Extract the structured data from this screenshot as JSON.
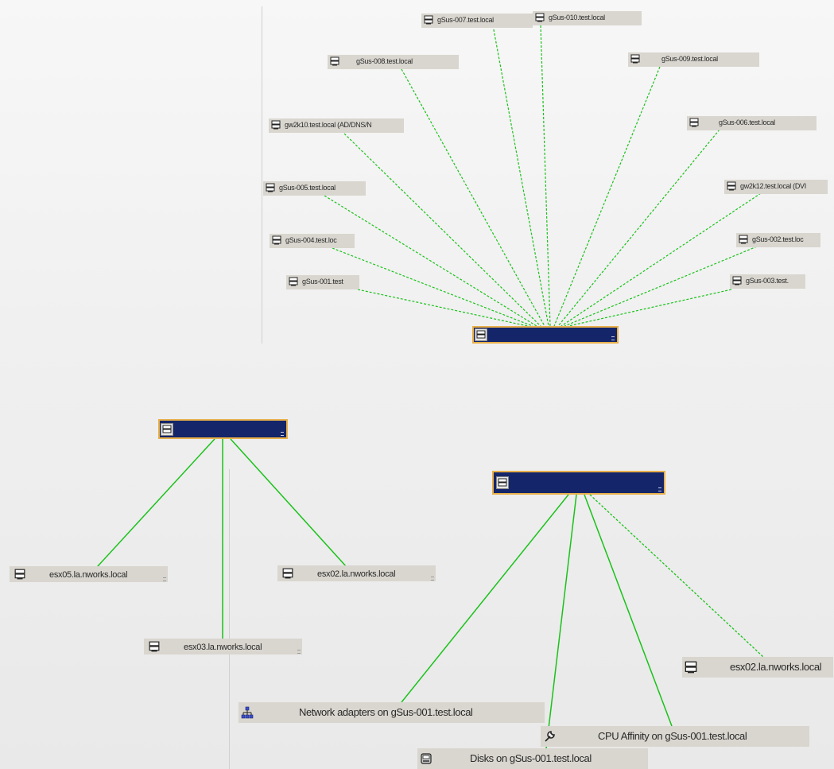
{
  "colors": {
    "link": "#19c219",
    "hub_fill": "#14256a",
    "hub_border": "#e7b04a",
    "node_fill": "#d9d6cf"
  },
  "top_group": {
    "hub_label": "",
    "nodes": [
      {
        "label": "gSus-007.test.local",
        "icon": "server-icon"
      },
      {
        "label": "gSus-010.test.local",
        "icon": "server-icon"
      },
      {
        "label": "gSus-008.test.local",
        "icon": "server-icon"
      },
      {
        "label": "gSus-009.test.local",
        "icon": "server-icon"
      },
      {
        "label": "gw2k10.test.local (AD/DNS/N",
        "icon": "server-icon"
      },
      {
        "label": "gSus-006.test.local",
        "icon": "server-icon"
      },
      {
        "label": "gSus-005.test.local",
        "icon": "server-icon"
      },
      {
        "label": "gw2k12.test.local (DVI",
        "icon": "server-icon"
      },
      {
        "label": "gSus-004.test.loc",
        "icon": "server-icon"
      },
      {
        "label": "gSus-002.test.loc",
        "icon": "server-icon"
      },
      {
        "label": "gSus-001.test",
        "icon": "server-icon"
      },
      {
        "label": "gSus-003.test.",
        "icon": "server-icon"
      }
    ]
  },
  "left_group": {
    "hub_label": "",
    "nodes": [
      {
        "label": "esx05.la.nworks.local",
        "icon": "server-icon"
      },
      {
        "label": "esx02.la.nworks.local",
        "icon": "server-icon"
      },
      {
        "label": "esx03.la.nworks.local",
        "icon": "server-icon"
      }
    ]
  },
  "right_group": {
    "hub_label": "",
    "nodes": [
      {
        "label": "esx02.la.nworks.local",
        "icon": "server-icon"
      },
      {
        "label": "Network adapters on gSus-001.test.local",
        "icon": "network-icon"
      },
      {
        "label": "CPU Affinity on gSus-001.test.local",
        "icon": "wrench-icon"
      },
      {
        "label": "Disks on gSus-001.test.local",
        "icon": "disk-icon"
      }
    ]
  }
}
